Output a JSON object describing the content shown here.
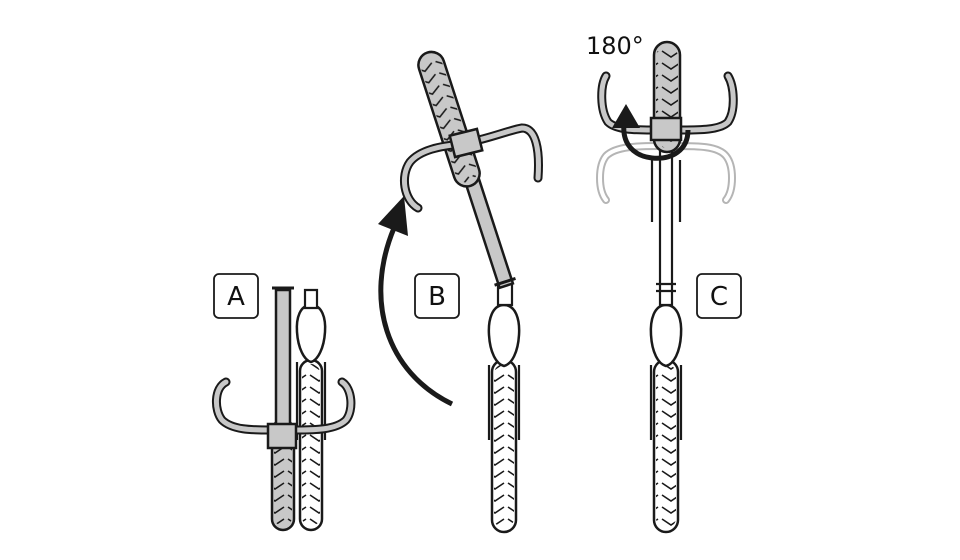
{
  "steps": [
    {
      "id": "A",
      "label": "A"
    },
    {
      "id": "B",
      "label": "B"
    },
    {
      "id": "C",
      "label": "C"
    }
  ],
  "rotation": {
    "label": "180°"
  },
  "colors": {
    "stroke": "#1a1a1a",
    "fill": "#c8c8c8",
    "paper": "#ffffff",
    "ghost": "#b5b5b5"
  }
}
